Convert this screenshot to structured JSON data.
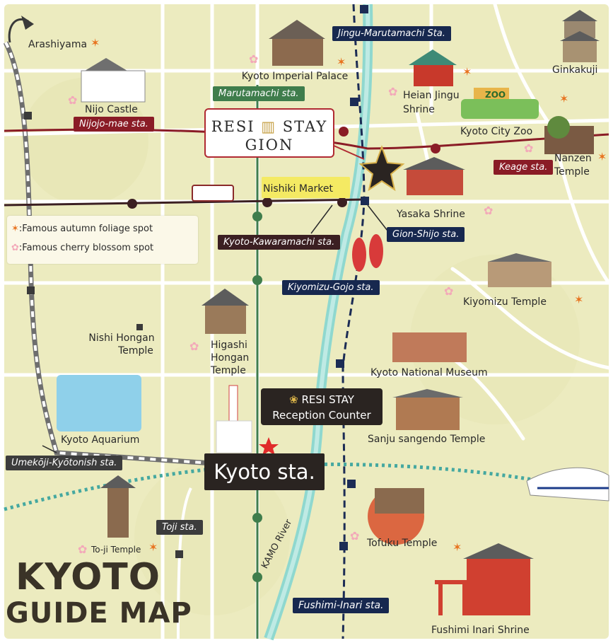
{
  "title": {
    "line1": "KYOTO",
    "line2": "GUIDE MAP"
  },
  "accommodation": {
    "line1": "RESI",
    "line1_mid": "STAY",
    "line2": "GION",
    "reception_line1": "RESI STAY",
    "reception_line2": "Reception Counter"
  },
  "legend": {
    "autumn": ":Famous autumn foliage spot",
    "cherry": ":Famous cherry blossom spot"
  },
  "landmarks": {
    "arashiyama": "Arashiyama",
    "kyoto_imperial_palace": "Kyoto Imperial Palace",
    "ginkakuji": "Ginkakuji",
    "nijo_castle": "Nijo Castle",
    "heian_jingu_1": "Heian Jingu",
    "heian_jingu_2": "Shrine",
    "kyoto_city_zoo": "Kyoto City Zoo",
    "nanzen_1": "Nanzen",
    "nanzen_2": "Temple",
    "nishiki_market": "Nishiki Market",
    "yasaka_shrine": "Yasaka Shrine",
    "kiyomizu_temple": "Kiyomizu Temple",
    "nishi_hongan_1": "Nishi Hongan",
    "nishi_hongan_2": "Temple",
    "higashi_1": "Higashi",
    "higashi_2": "Hongan",
    "higashi_3": "Temple",
    "kyoto_national_museum": "Kyoto National Museum",
    "kyoto_aquarium": "Kyoto Aquarium",
    "sanju_sangendo": "Sanju sangendo Temple",
    "toji_temple": "To-ji Temple",
    "tofuku_temple": "Tofuku Temple",
    "fushimi_inari_shrine": "Fushimi Inari Shrine",
    "kamo_river": "KAMO River",
    "zoo_sign": "ZOO"
  },
  "stations": {
    "jingu_marutamachi": "Jingu-Marutamachi Sta.",
    "marutamachi": "Marutamachi sta.",
    "nijojo_mae": "Nijojo-mae sta.",
    "keage": "Keage sta.",
    "kyoto_kawaramachi": "Kyoto-Kawaramachi sta.",
    "gion_shijo": "Gion-Shijo sta.",
    "kiyomizu_gojo": "Kiyomizu-Gojo sta.",
    "umekoji": "Umekōji-Kyōtonish sta.",
    "kyoto": "Kyoto sta.",
    "toji": "Toji sta.",
    "fushimi_inari": "Fushimi-Inari sta."
  },
  "colors": {
    "background": "#ecebbf",
    "road": "#ffffff",
    "river": "#8fd8cf",
    "jr_line": "#45a8a0",
    "keihan_line": "#1c2c55",
    "subway_green": "#3f7d4c",
    "tozai_red": "#8a1c26",
    "hankyu": "#3b1f22",
    "accent_red": "#b02a32",
    "autumn": "#e8731f",
    "cherry": "#f3a9b9"
  }
}
